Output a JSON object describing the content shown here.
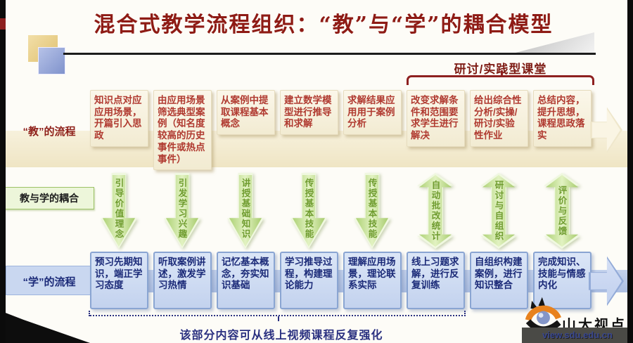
{
  "title": "混合式教学流程组织：“教”与“学”的耦合模型",
  "top_bracket_label": "研讨/实践型课堂",
  "row_labels": {
    "teach": "“教”的流程",
    "coupling": "教与学的耦合",
    "learn": "“学”的流程"
  },
  "teach_steps": [
    "知识点对应应用场景，开篇引入思政",
    "由应用场景筛选典型案例（知名度较高的历史事件或热点事件）",
    "从案例中提取课程基本概念",
    "建立数学模型进行推导和求解",
    "求解结果应用用于案例分析",
    "改变求解条件和范围要求学生进行解决",
    "给出综合性分析/实操/研讨/实验性作业",
    "总结内容，提升思想，课程思政落实"
  ],
  "coupling_arrows": [
    {
      "label": "引导价值理念",
      "type": "down"
    },
    {
      "label": "引发学习兴趣",
      "type": "down"
    },
    {
      "label": "讲授基础知识",
      "type": "down"
    },
    {
      "label": "传授基本技能",
      "type": "down"
    },
    {
      "label": "传授基本技能",
      "type": "down"
    },
    {
      "label": "自动批改统计",
      "type": "both"
    },
    {
      "label": "研讨与自组织",
      "type": "both"
    },
    {
      "label": "评价与反馈",
      "type": "both"
    }
  ],
  "learn_steps": [
    "预习先期知识，端正学习态度",
    "听取案例讲述，激发学习热情",
    "记忆基本概念，夯实知识基础",
    "学习推导过程，构建理论能力",
    "理解应用场景，理论联系实际",
    "线上习题求解，进行反复训练",
    "自组织构建案例，进行知识整合",
    "完成知识、技能与情感内化"
  ],
  "bottom_note": "该部分内容可从线上视频课程反复强化",
  "watermark": {
    "site_name": "山大视点",
    "site_url": "view.sdu.edu.cn"
  },
  "colors": {
    "title_red": "#8e1b15",
    "bracket_red": "#8e2020",
    "teach_text_red": "#b03a30",
    "teach_box_bg": "#f6efd9",
    "arrow_green": "#bcdc8c",
    "arrow_text_green": "#6f9c2f",
    "learn_text_navy": "#1b2a78",
    "learn_box_bg": "#ccd9f2",
    "band_cream": "#f3ecd2",
    "band_blue": "#b8c8e8",
    "note_navy": "#2a3080",
    "logo_orange": "#e8821e"
  }
}
